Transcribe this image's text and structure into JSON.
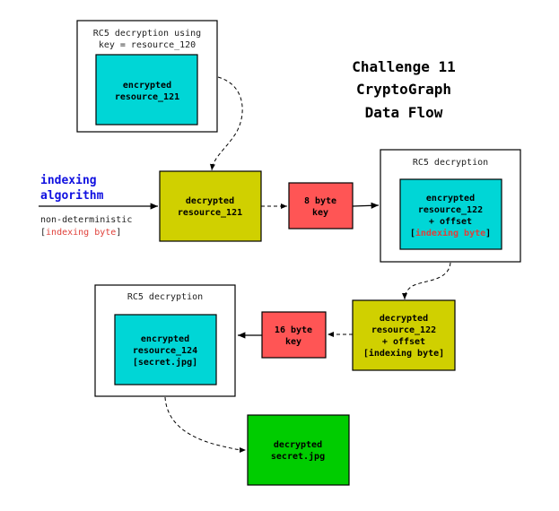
{
  "title": {
    "line1": "Challenge 11",
    "line2": "CryptoGraph",
    "line3": "Data Flow"
  },
  "colors": {
    "cyan": "#00d6d6",
    "olive": "#d0d000",
    "red": "#ff5555",
    "green": "#00cc00",
    "blue": "#1010e0",
    "highlight": "#e0403a"
  },
  "rc5_box_1": {
    "title1": "RC5 decryption using",
    "title2": "key = resource_120",
    "inner1": "encrypted",
    "inner2": "resource_121"
  },
  "indexing": {
    "line1": "indexing",
    "line2": "algorithm",
    "note1": "non-deterministic",
    "note2_open": "[",
    "note2_red": "indexing byte",
    "note2_close": "]"
  },
  "decrypted_121": {
    "line1": "decrypted",
    "line2": "resource_121"
  },
  "key_8": {
    "line1": "8 byte",
    "line2": "key"
  },
  "rc5_box_2": {
    "title": "RC5 decryption",
    "inner1": "encrypted",
    "inner2": "resource_122",
    "inner3": "+ offset",
    "inner4_open": "[",
    "inner4_red": "indexing byte",
    "inner4_close": "]"
  },
  "decrypted_122": {
    "line1": "decrypted",
    "line2": "resource_122",
    "line3": "+ offset",
    "line4": "[indexing byte]"
  },
  "key_16": {
    "line1": "16 byte",
    "line2": "key"
  },
  "rc5_box_3": {
    "title": "RC5 decryption",
    "inner1": "encrypted",
    "inner2": "resource_124",
    "inner3": "[secret.jpg]"
  },
  "decrypted_secret": {
    "line1": "decrypted",
    "line2": "secret.jpg"
  }
}
